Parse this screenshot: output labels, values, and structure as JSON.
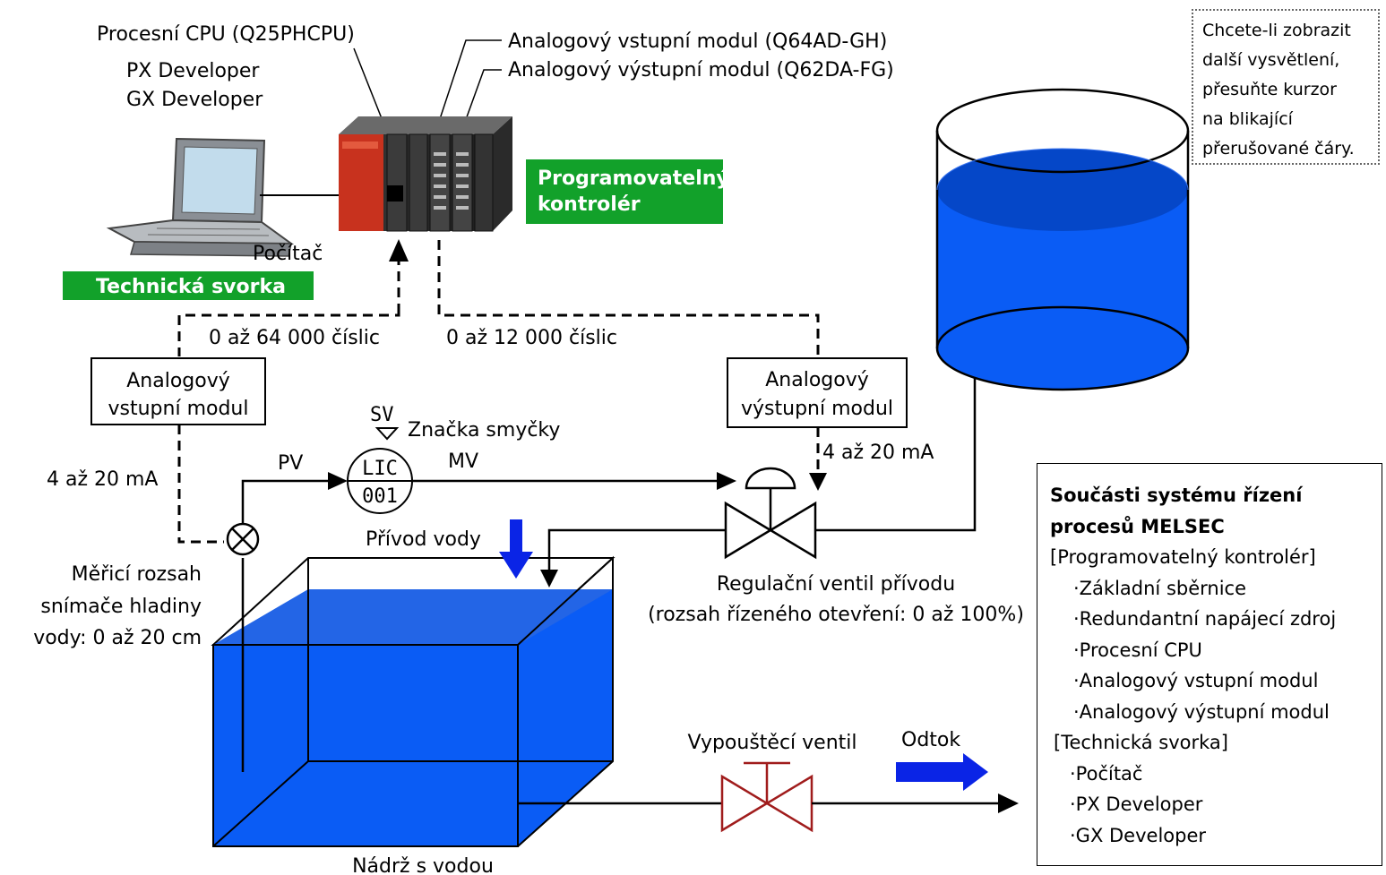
{
  "labels": {
    "process_cpu": "Procesní CPU (Q25PHCPU)",
    "px_developer": "PX Developer",
    "gx_developer": "GX Developer",
    "analog_input_module_model": "Analogový vstupní modul (Q64AD-GH)",
    "analog_output_module_model": "Analogový výstupní modul (Q62DA-FG)",
    "plc_badge_line1": "Programovatelný",
    "plc_badge_line2": "kontrolér",
    "computer": "Počítač",
    "engineering_terminal": "Technická svorka",
    "range_input_digits": "0 až 64 000 číslic",
    "range_output_digits": "0 až 12 000 číslic",
    "ai_box_line1": "Analogový",
    "ai_box_line2": "vstupní modul",
    "ao_box_line1": "Analogový",
    "ao_box_line2": "výstupní modul",
    "sv": "SV",
    "loop_tag": "Značka smyčky",
    "lic": "LIC",
    "lic_number": "001",
    "pv": "PV",
    "mv": "MV",
    "current_input": "4 až 20 mA",
    "current_output": "4 až 20 mA",
    "water_supply": "Přívod vody",
    "level_sensor_line1": "Měřicí rozsah",
    "level_sensor_line2": "snímače hladiny",
    "level_sensor_line3": "vody:  0 až 20 cm",
    "control_valve_line1": "Regulační ventil přívodu",
    "control_valve_line2": "(rozsah řízeného otevření: 0 až 100%)",
    "drain_valve": "Vypouštěcí ventil",
    "drain": "Odtok",
    "water_tank": "Nádrž s vodou"
  },
  "hint": {
    "lines": [
      "Chcete-li zobrazit",
      "další vysvětlení,",
      "přesuňte kurzor",
      "na blikající",
      "přerušované čáry."
    ]
  },
  "legend": {
    "title_line1": "Součásti systému řízení",
    "title_line2": "procesů MELSEC",
    "group_plc": "[Programovatelný kontrolér]",
    "plc_items": [
      "·Základní sběrnice",
      "·Redundantní napájecí zdroj",
      "·Procesní CPU",
      "·Analogový vstupní modul",
      "·Analogový výstupní modul"
    ],
    "group_terminal": "[Technická svorka]",
    "terminal_items": [
      "·Počítač",
      "·PX Developer",
      "·GX Developer"
    ]
  },
  "colors": {
    "water": "#0a5cf5",
    "water_dark": "#0547c8",
    "badge_green": "#12a12a",
    "drain_valve": "#a01c1c",
    "arrow_blue": "#0a24e6",
    "plc_red": "#c8321e"
  }
}
